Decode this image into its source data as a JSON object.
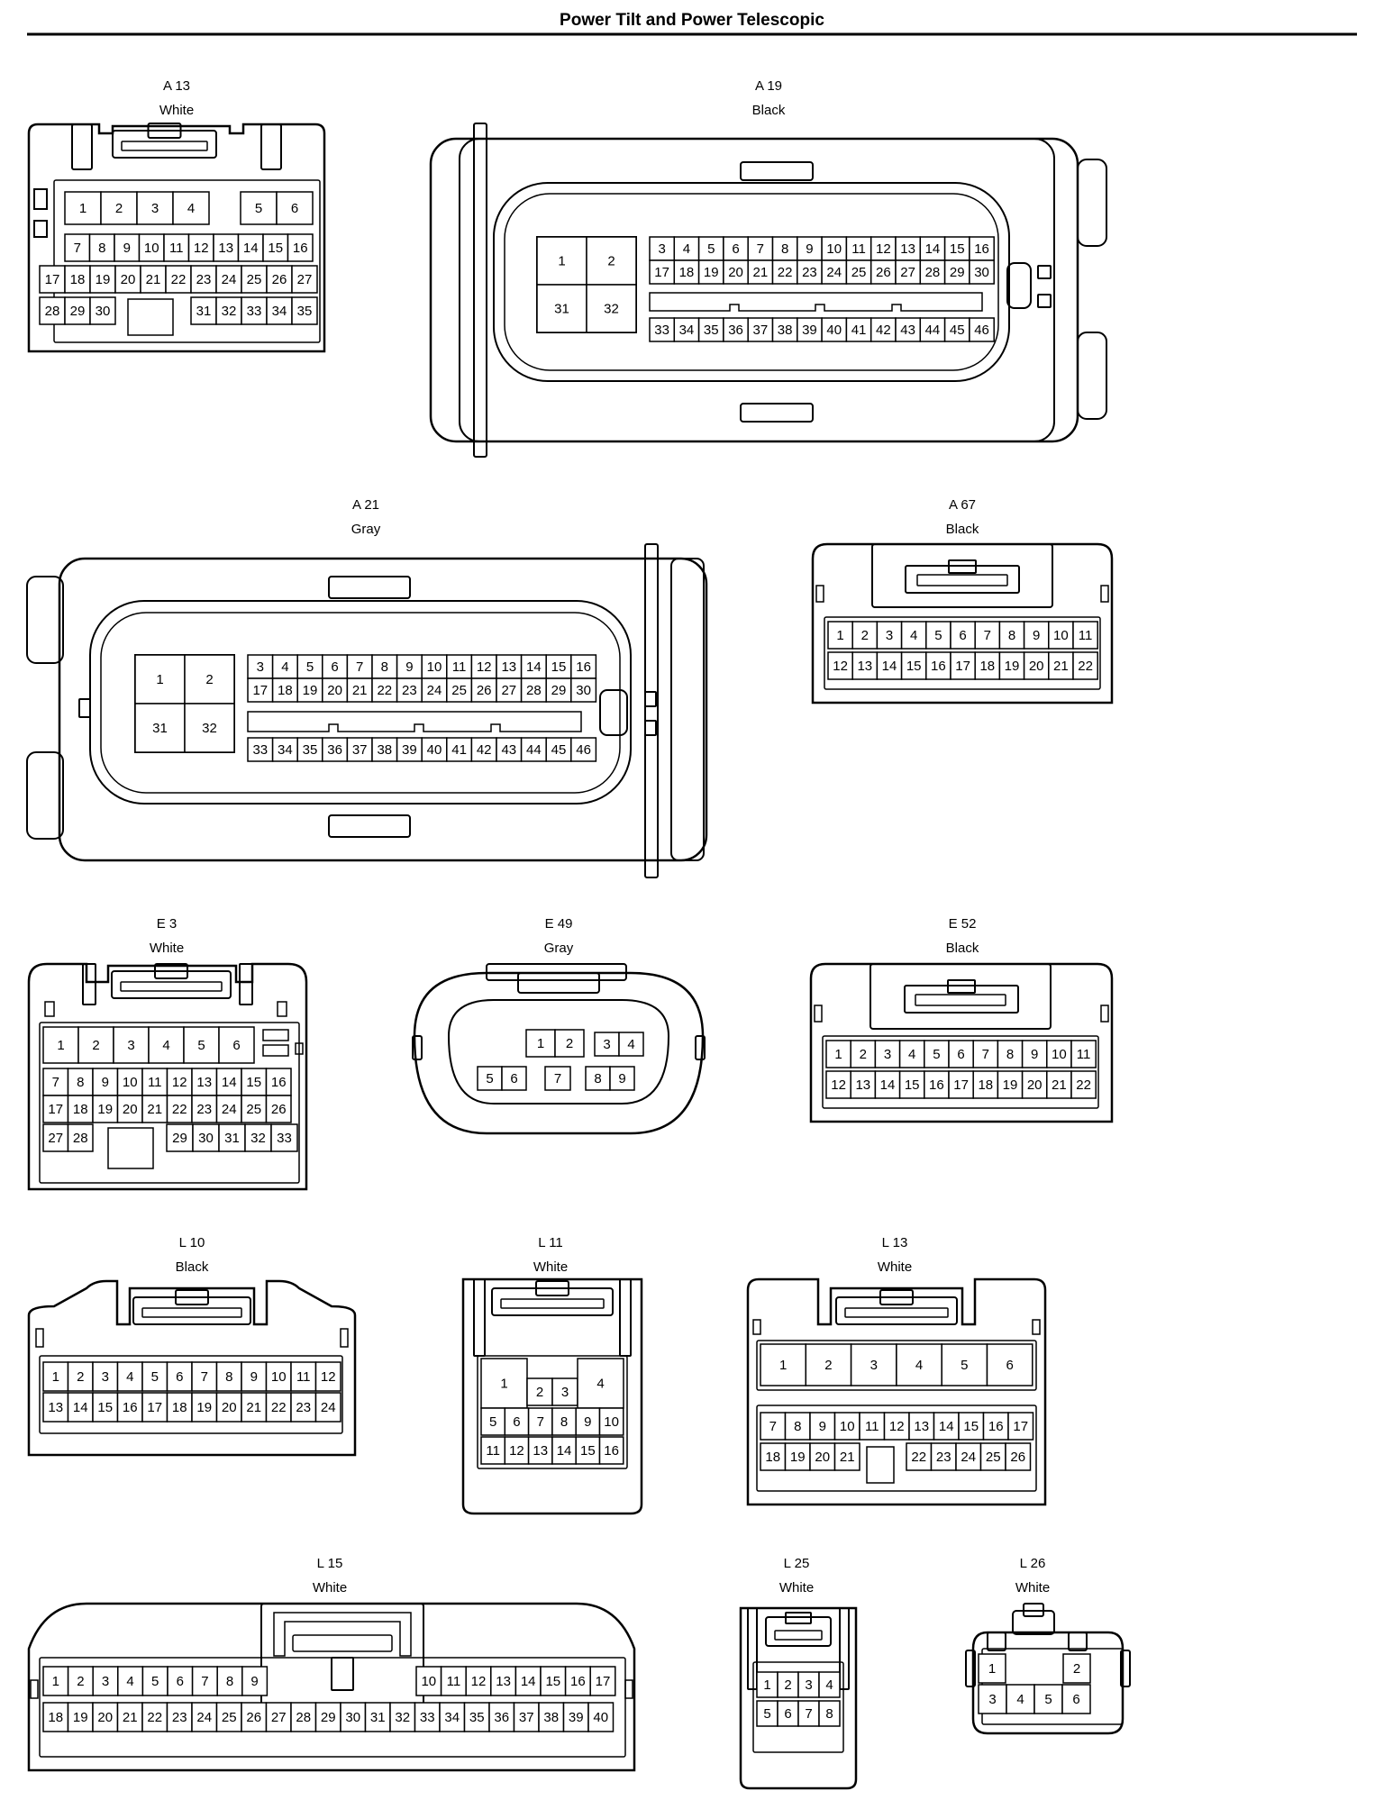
{
  "page": {
    "title": "Power Tilt and Power Telescopic"
  },
  "connectors": [
    {
      "id": "A 13",
      "color": "White"
    },
    {
      "id": "A 19",
      "color": "Black"
    },
    {
      "id": "A 21",
      "color": "Gray"
    },
    {
      "id": "A 67",
      "color": "Black"
    },
    {
      "id": "E 3",
      "color": "White"
    },
    {
      "id": "E 49",
      "color": "Gray"
    },
    {
      "id": "E 52",
      "color": "Black"
    },
    {
      "id": "L 10",
      "color": "Black"
    },
    {
      "id": "L 11",
      "color": "White"
    },
    {
      "id": "L 13",
      "color": "White"
    },
    {
      "id": "L 15",
      "color": "White"
    },
    {
      "id": "L 25",
      "color": "White"
    },
    {
      "id": "L 26",
      "color": "White"
    }
  ]
}
